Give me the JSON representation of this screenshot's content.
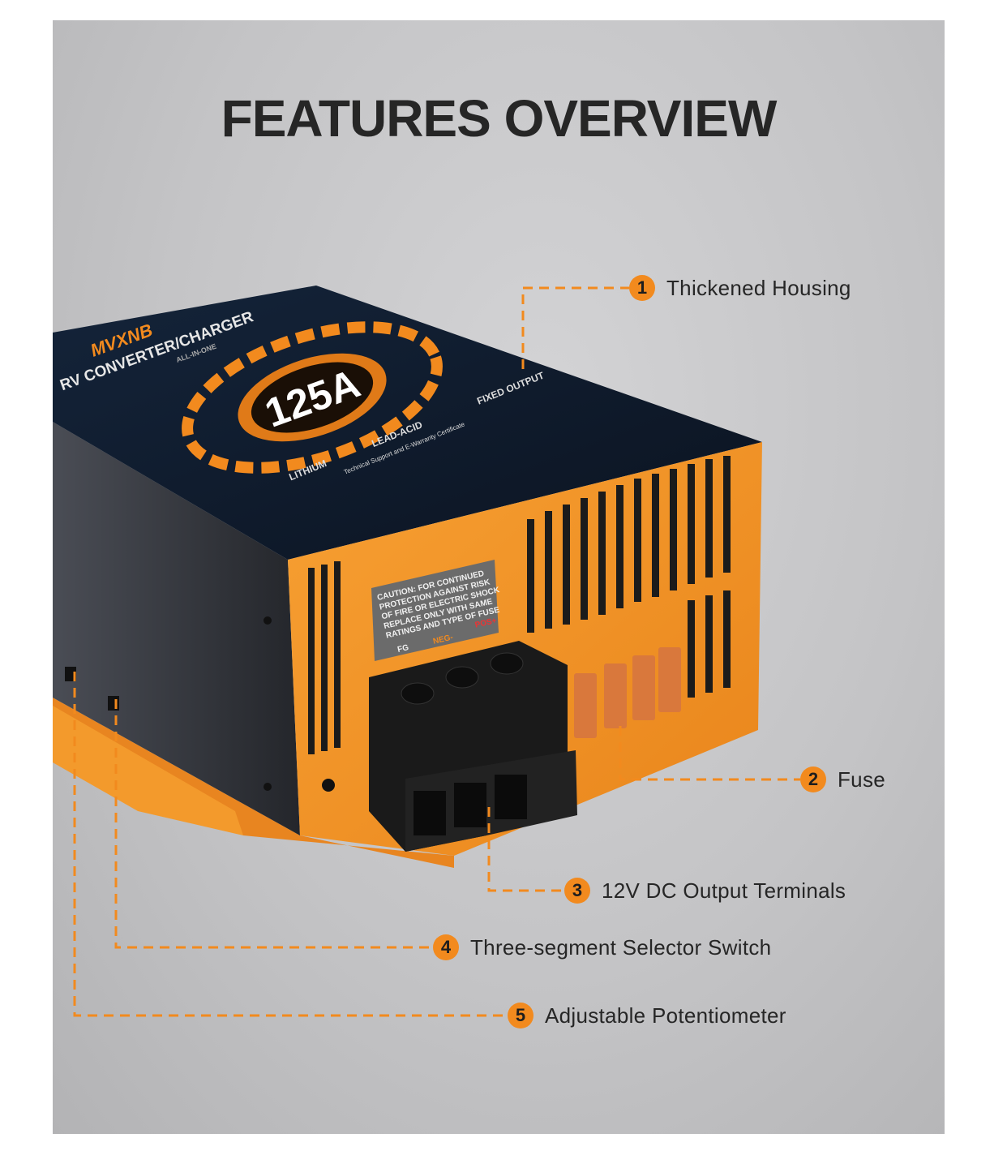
{
  "title": "FEATURES OVERVIEW",
  "accent_color": "#f28a1e",
  "product": {
    "brand": "MVXNB",
    "name": "RV CONVERTER/CHARGER",
    "subtitle": "ALL-IN-ONE",
    "rating": "125A",
    "modes": [
      "LITHIUM",
      "LEAD-ACID",
      "FIXED OUTPUT"
    ],
    "support_text": "Technical Support and E-Warranty Certificate",
    "caution_label": [
      "CAUTION: FOR CONTINUED",
      "PROTECTION AGAINST RISK",
      "OF FIRE OR ELECTRIC SHOCK",
      "REPLACE ONLY WITH SAME",
      "RATINGS AND TYPE OF FUSE"
    ],
    "terminal_labels": {
      "fg": "FG",
      "neg": "NEG-",
      "pos": "POS+"
    }
  },
  "features": [
    {
      "number": "1",
      "label": "Thickened Housing"
    },
    {
      "number": "2",
      "label": "Fuse"
    },
    {
      "number": "3",
      "label": "12V DC Output Terminals"
    },
    {
      "number": "4",
      "label": "Three-segment Selector Switch"
    },
    {
      "number": "5",
      "label": "Adjustable Potentiometer"
    }
  ]
}
